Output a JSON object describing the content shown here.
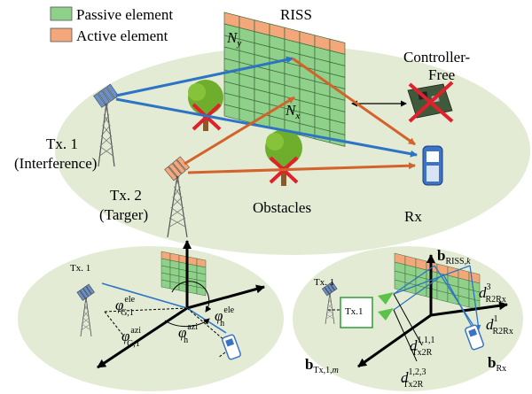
{
  "legend": {
    "items": [
      {
        "label": "Passive element",
        "color": "#8fd18a"
      },
      {
        "label": "Active element",
        "color": "#f4a77a"
      }
    ]
  },
  "labels": {
    "riss": "RISS",
    "ny": "N",
    "ny_sub": "y",
    "nx": "N",
    "nx_sub": "x",
    "controller": "Controller-",
    "controller2": "Free",
    "tx1": "Tx. 1",
    "tx1_sub": "(Interference)",
    "tx2": "Tx. 2",
    "tx2_sub": "(Targer)",
    "obstacles": "Obstacles",
    "rx": "Rx"
  },
  "lower_left": {
    "tx1": "Tx. 1",
    "phi_g_ele": "φ",
    "phi_g_ele_sub": "G,1",
    "phi_g_ele_sup": "ele",
    "phi_g_azi": "φ",
    "phi_g_azi_sub": "G,1",
    "phi_g_azi_sup": "azi",
    "phi_h_ele": "φ",
    "phi_h_ele_sub": "h",
    "phi_h_ele_sup": "ele",
    "phi_h_azi": "φ",
    "phi_h_azi_sub": "h",
    "phi_h_azi_sup": "azi"
  },
  "lower_right": {
    "tx1": "Tx. 1",
    "tx1_box": "Tx.1",
    "b_riss": "b",
    "b_riss_sub": "RISS,",
    "b_riss_k": "k",
    "b_tx": "b",
    "b_tx_sub": "Tx,1,",
    "b_tx_m": "m",
    "b_rx": "b",
    "b_rx_sub": "Rx",
    "d_r2rx_3": "d",
    "d_r2rx_3_sup": "3",
    "d_r2rx_3_sub": "R2Rx",
    "d_r2rx_1": "d",
    "d_r2rx_1_sup": "1",
    "d_r2rx_1_sub": "R2Rx",
    "d_tx2r_111": "d",
    "d_tx2r_111_sup": "1,1,1",
    "d_tx2r_111_sub": "Tx2R",
    "d_tx2r_123": "d",
    "d_tx2r_123_sup": "1,2,3",
    "d_tx2r_123_sub": "Tx2R"
  },
  "colors": {
    "ellipse": "#e3ebd5",
    "blue_arrow": "#2e74c4",
    "orange_arrow": "#d4622b",
    "passive": "#8fd18a",
    "active": "#f4a77a",
    "red_x": "#e0202a"
  }
}
